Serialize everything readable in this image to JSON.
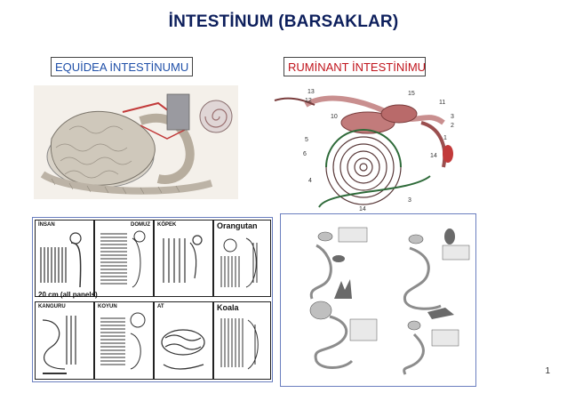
{
  "slide": {
    "title": "İNTESTİNUM (BARSAKLAR)",
    "label_left": "EQUİDEA İNTESTİNUMU",
    "label_right": "RUMİNANT İNTESTİNİMU",
    "page_number": "1"
  },
  "ruminant_figure": {
    "numbers": [
      "13",
      "12",
      "15",
      "11",
      "10",
      "3",
      "2",
      "1",
      "5",
      "14",
      "6",
      "4",
      "14",
      "3"
    ]
  },
  "comparison_grid": {
    "panels": [
      "İNSAN",
      "DOMUZ",
      "KÖPEK",
      "Orangutan",
      "KANGURU",
      "KOYUN",
      "AT",
      "Koala"
    ],
    "scale_note": "20 cm (all panels)"
  },
  "colors": {
    "title": "#0d1f5c",
    "label_left": "#1f4fa8",
    "label_right": "#c0141c",
    "frame": "#6b7fbf"
  }
}
